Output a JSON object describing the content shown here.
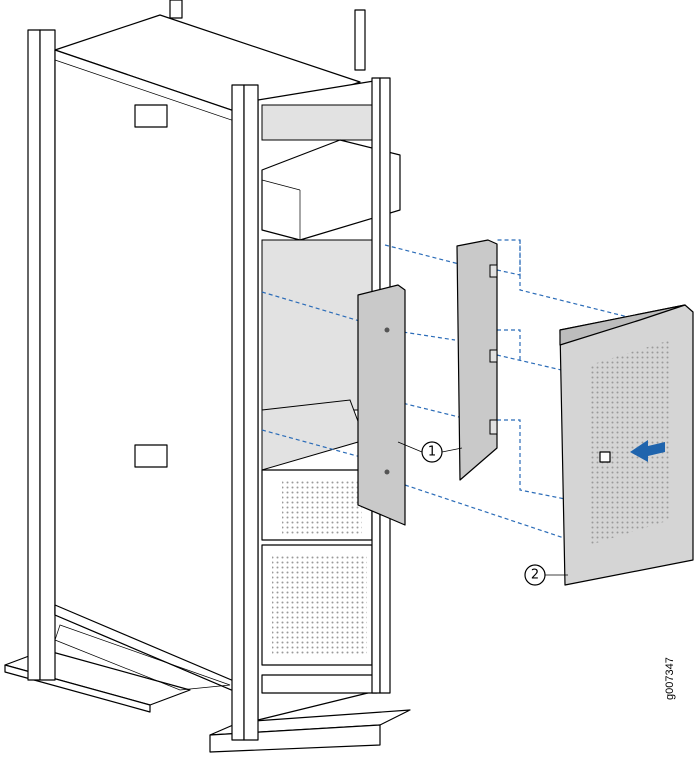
{
  "callouts": [
    {
      "label": "1"
    },
    {
      "label": "2"
    }
  ],
  "figure_id": "g007347",
  "colors": {
    "arrow": "#1f64ad",
    "dash": "#2b6cb8",
    "panel": "#c9c9c9"
  }
}
